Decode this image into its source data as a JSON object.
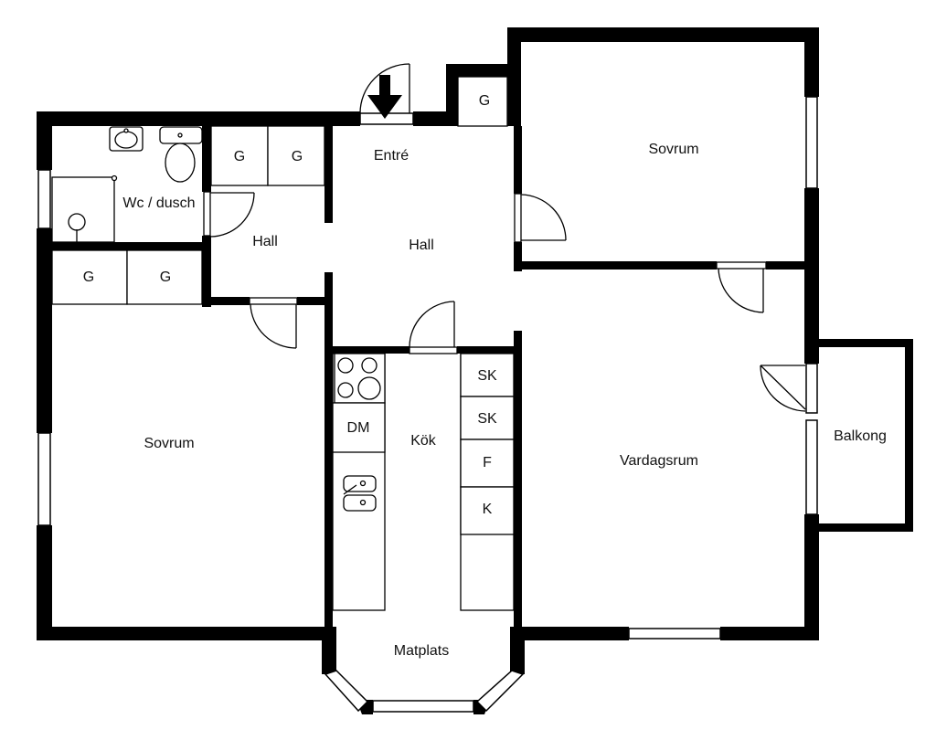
{
  "colors": {
    "wall": "#000000",
    "line": "#000000",
    "fill": "#ffffff"
  },
  "rooms": {
    "entre": "Entré",
    "hall_right": "Hall",
    "hall_left": "Hall",
    "wc": "Wc / dusch",
    "sovrum_top": "Sovrum",
    "sovrum_left": "Sovrum",
    "vardagsrum": "Vardagsrum",
    "balkong": "Balkong",
    "kok": "Kök",
    "matplats": "Matplats"
  },
  "cabinets": {
    "g_top": "G",
    "g_hall_1": "G",
    "g_hall_2": "G",
    "g_left_1": "G",
    "g_left_2": "G"
  },
  "kitchen": {
    "dm": "DM",
    "sk_1": "SK",
    "sk_2": "SK",
    "f": "F",
    "k": "K"
  },
  "entrance_icon": "arrow-down-icon"
}
